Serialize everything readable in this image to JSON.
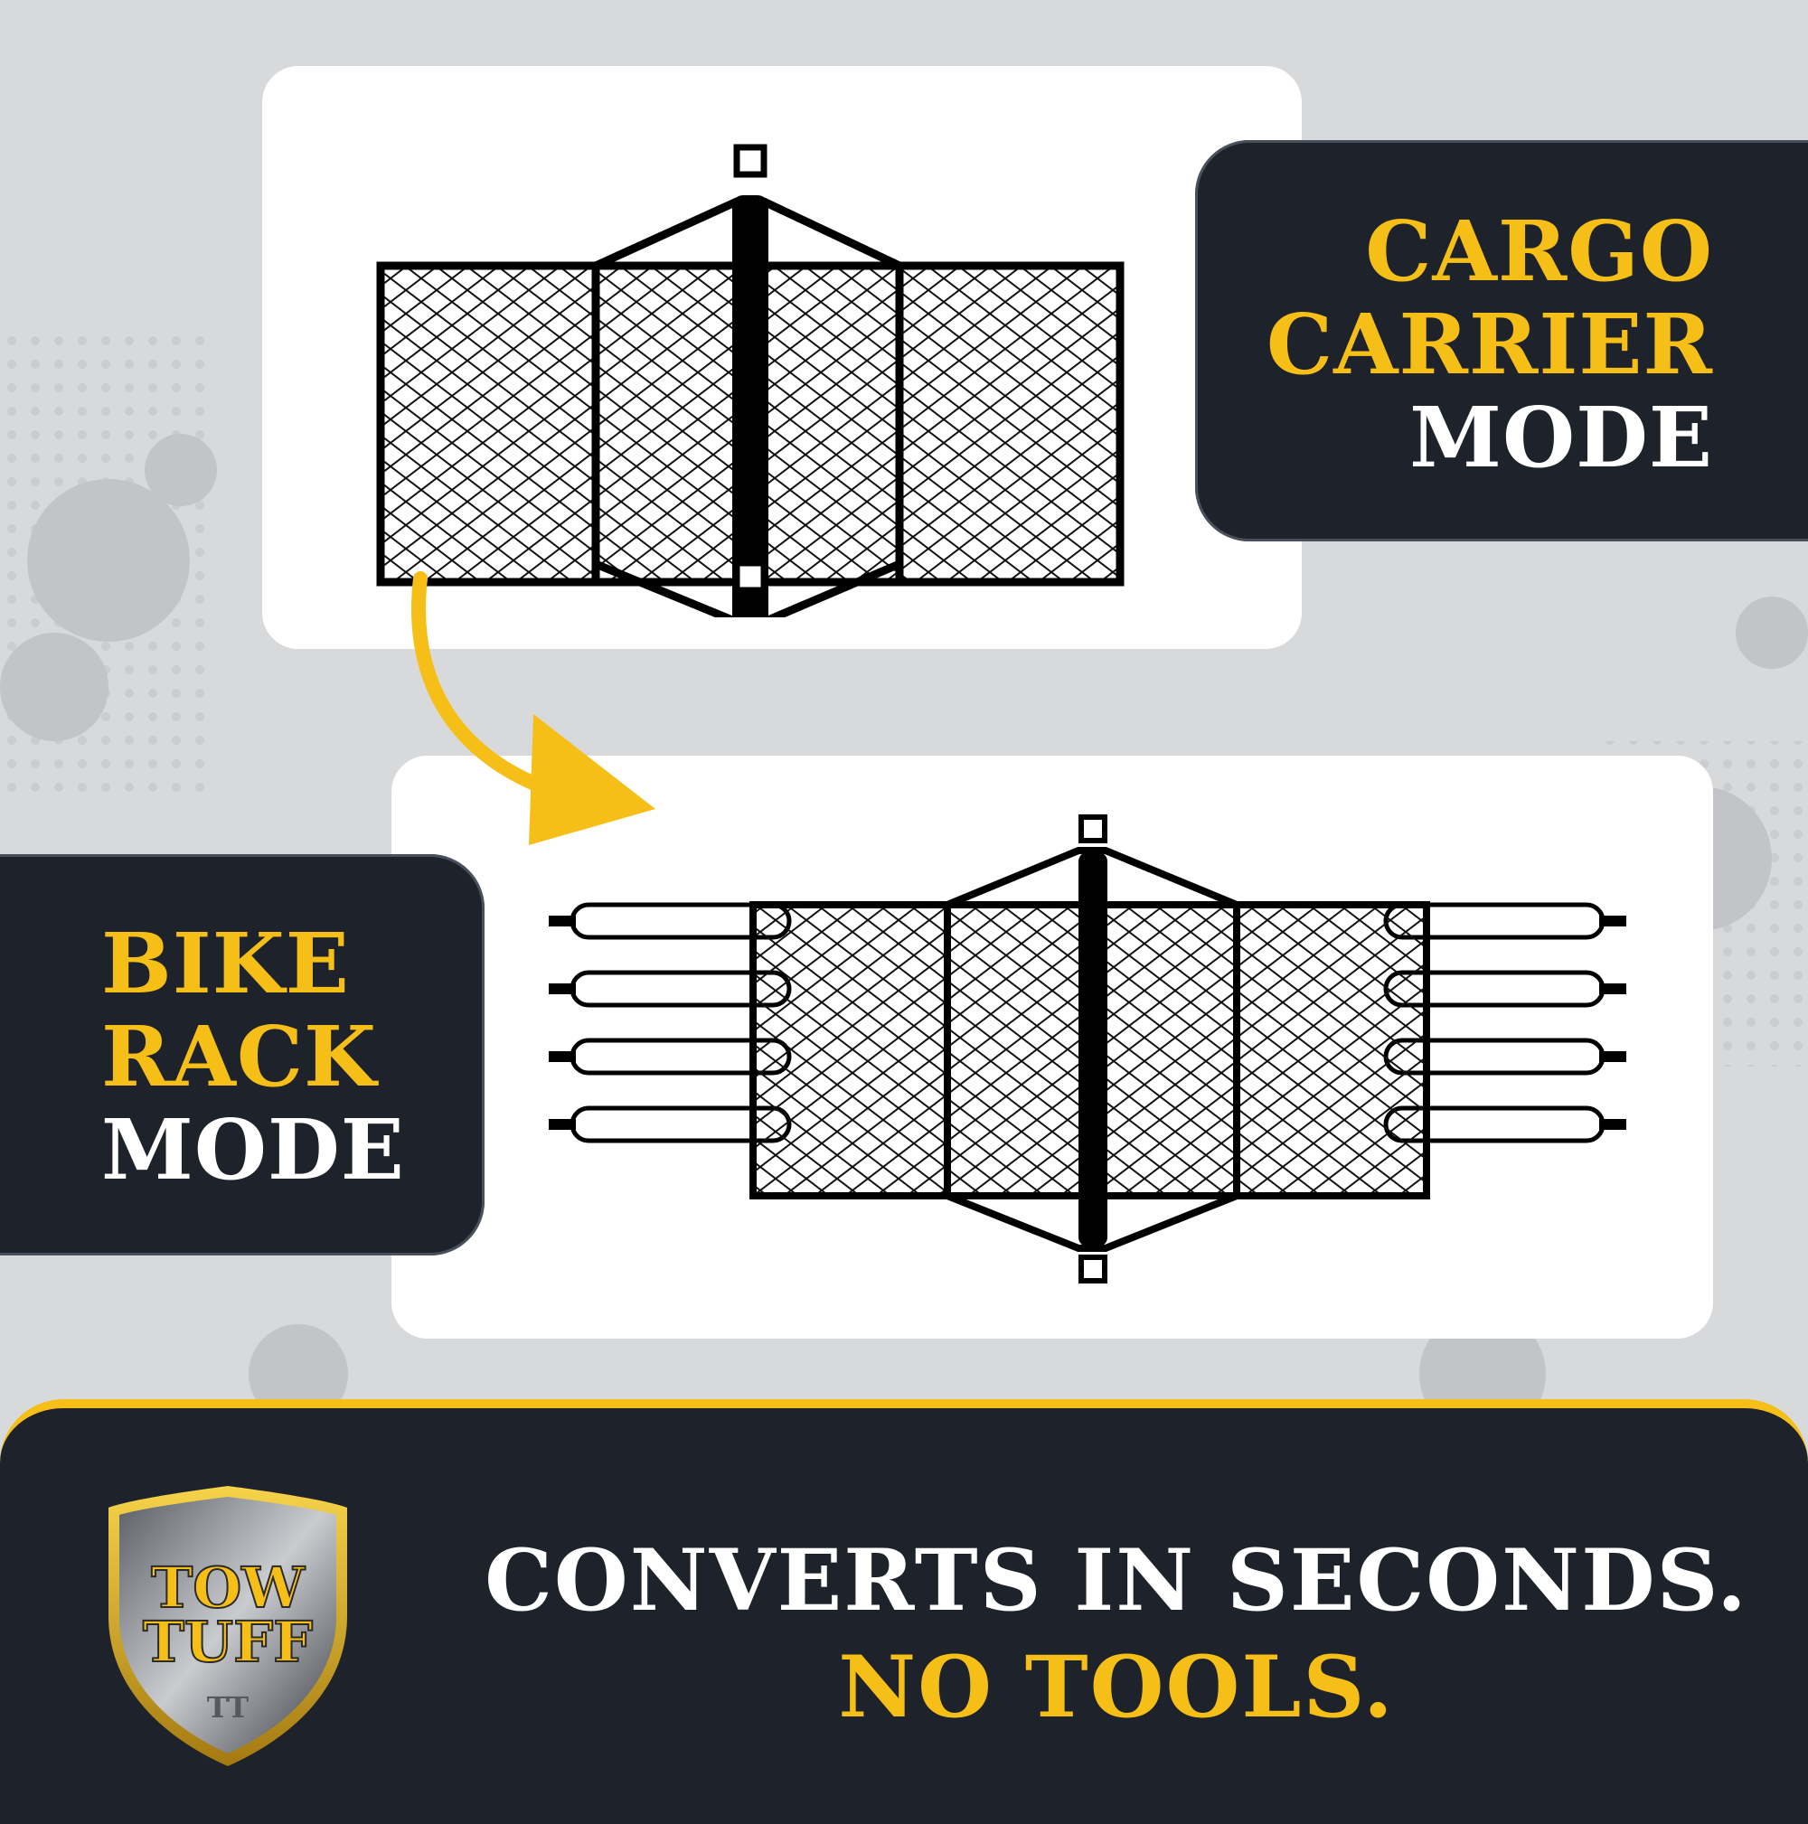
{
  "cargo_label": {
    "line1": "CARGO",
    "line2": "CARRIER",
    "line3": "MODE"
  },
  "bike_label": {
    "line1": "BIKE",
    "line2": "RACK",
    "line3": "MODE"
  },
  "banner": {
    "line1": "CONVERTS IN SECONDS.",
    "line2": "NO TOOLS."
  },
  "logo": {
    "line1": "TOW",
    "line2": "TUFF",
    "monogram": "TT"
  },
  "colors": {
    "accent": "#f6bf17",
    "dark": "#1e222b",
    "background": "#d8d9db"
  },
  "icons": {
    "mode_change": "curved-arrow-icon",
    "cargo": "cargo-carrier-icon",
    "bike": "bike-rack-icon",
    "brand": "shield-logo-icon"
  }
}
